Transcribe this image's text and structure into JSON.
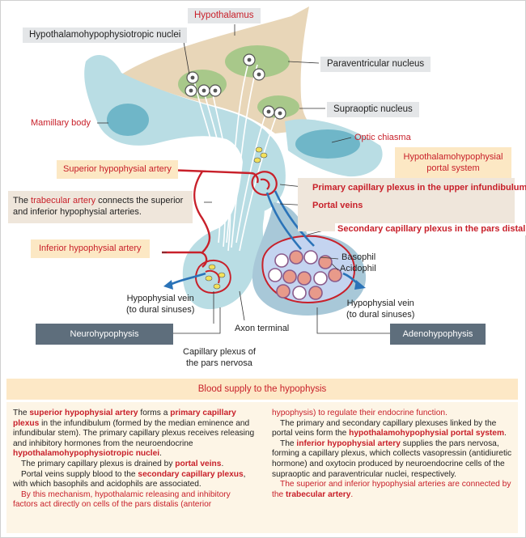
{
  "labels": {
    "hypothalamus": "Hypothalamus",
    "hypophysiotropic_nuclei": "Hypothalamohypophysiotropic nuclei",
    "paraventricular": "Paraventricular nucleus",
    "supraoptic": "Supraoptic nucleus",
    "mamillary": "Mamillary body",
    "optic_chiasma": "Optic chiasma",
    "portal_system": "Hypothalamohypophysial portal system",
    "superior_artery": "Superior hypophysial artery",
    "trabecular_pre": "The ",
    "trabecular_red": "trabecular artery",
    "trabecular_post": " connects the superior and inferior hypophysial arteries.",
    "primary_plexus": "Primary capillary plexus in the upper infundibulum",
    "portal_veins": "Portal veins",
    "secondary_plexus": "Secondary capillary plexus in the pars distalis",
    "inferior_artery": "Inferior hypophysial artery",
    "basophil": "Basophil",
    "acidophil": "Acidophil",
    "vein_left": "Hypophysial vein\n(to dural sinuses)",
    "vein_right": "Hypophysial vein\n(to dural sinuses)",
    "neurohypophysis": "Neurohypophysis",
    "adenohypophysis": "Adenohypophysis",
    "axon_terminal": "Axon terminal",
    "capillary_pars_nervosa": "Capillary plexus of\nthe pars nervosa"
  },
  "blood_supply": {
    "title": "Blood supply to the hypophysis",
    "left": [
      [
        [
          "The ",
          "n"
        ],
        [
          "superior hypophysial artery",
          "rb"
        ],
        [
          " forms a ",
          "n"
        ],
        [
          "primary capillary plexus",
          "rb"
        ],
        [
          " in the infundibulum (formed by the median eminence and infundibular stem). The primary capillary plexus receives releasing and inhibitory hormones from the neuroendocrine ",
          "n"
        ],
        [
          "hypothalamohypophysiotropic nuclei",
          "rb"
        ],
        [
          ".",
          "n"
        ]
      ],
      [
        [
          "The primary capillary plexus is drained by ",
          "n"
        ],
        [
          "portal veins",
          "rb"
        ],
        [
          ".",
          "n"
        ]
      ],
      [
        [
          "Portal veins supply blood to the ",
          "n"
        ],
        [
          "secondary capillary plexus",
          "rb"
        ],
        [
          ", with which basophils and acidophils are associated.",
          "n"
        ]
      ],
      [
        [
          "By this mechanism, hypothalamic releasing and inhibitory factors act directly on cells of the pars distalis (anterior",
          "r"
        ]
      ]
    ],
    "right": [
      [
        [
          "hypophysis) to regulate their endocrine function.",
          "r"
        ]
      ],
      [
        [
          "The primary and secondary capillary plexuses linked by the portal veins form the ",
          "n"
        ],
        [
          "hypothalamohypophysial portal system",
          "rb"
        ],
        [
          ".",
          "n"
        ]
      ],
      [
        [
          "The ",
          "n"
        ],
        [
          "inferior hypophysial artery",
          "rb"
        ],
        [
          " supplies the pars nervosa, forming a capillary plexus, which collects vasopressin (antidiuretic hormone) and oxytocin produced by neuroendocrine cells of the supraoptic and paraventricular nuclei, respectively.",
          "n"
        ]
      ],
      [
        [
          "The superior and inferior hypophysial arteries are connected by the ",
          "r"
        ],
        [
          "trabecular artery",
          "rb"
        ],
        [
          ".",
          "r"
        ]
      ]
    ]
  },
  "colors": {
    "hypothalamus_tan": "#e8d6b8",
    "tissue_blue": "#b9dde4",
    "nucleus_green": "#a8c88a",
    "artery_red": "#c8202a",
    "vein_blue": "#2a73b8",
    "label_red": "#c8202a"
  }
}
